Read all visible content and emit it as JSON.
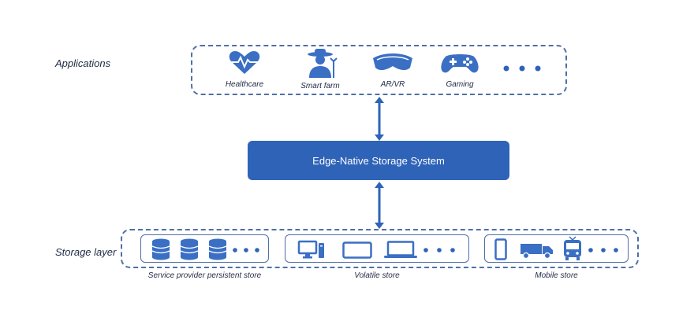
{
  "labels": {
    "applications": "Applications",
    "storage_layer": "Storage layer"
  },
  "applications": [
    {
      "label": "Healthcare",
      "icon": "heart-pulse-icon"
    },
    {
      "label": "Smart farm",
      "icon": "farmer-icon"
    },
    {
      "label": "AR/VR",
      "icon": "vr-headset-icon"
    },
    {
      "label": "Gaming",
      "icon": "gamepad-icon"
    }
  ],
  "core": {
    "label": "Edge-Native Storage System"
  },
  "stores": [
    {
      "label": "Service provider persistent store",
      "icons": [
        "database-icon",
        "database-icon",
        "database-icon"
      ]
    },
    {
      "label": "Volatile store",
      "icons": [
        "desktop-icon",
        "tablet-icon",
        "laptop-icon"
      ]
    },
    {
      "label": "Mobile store",
      "icons": [
        "smartphone-icon",
        "truck-icon",
        "bus-icon"
      ]
    }
  ],
  "colors": {
    "accent": "#2f63b8",
    "icon": "#3a6fc4",
    "border": "#4f6fa8"
  }
}
